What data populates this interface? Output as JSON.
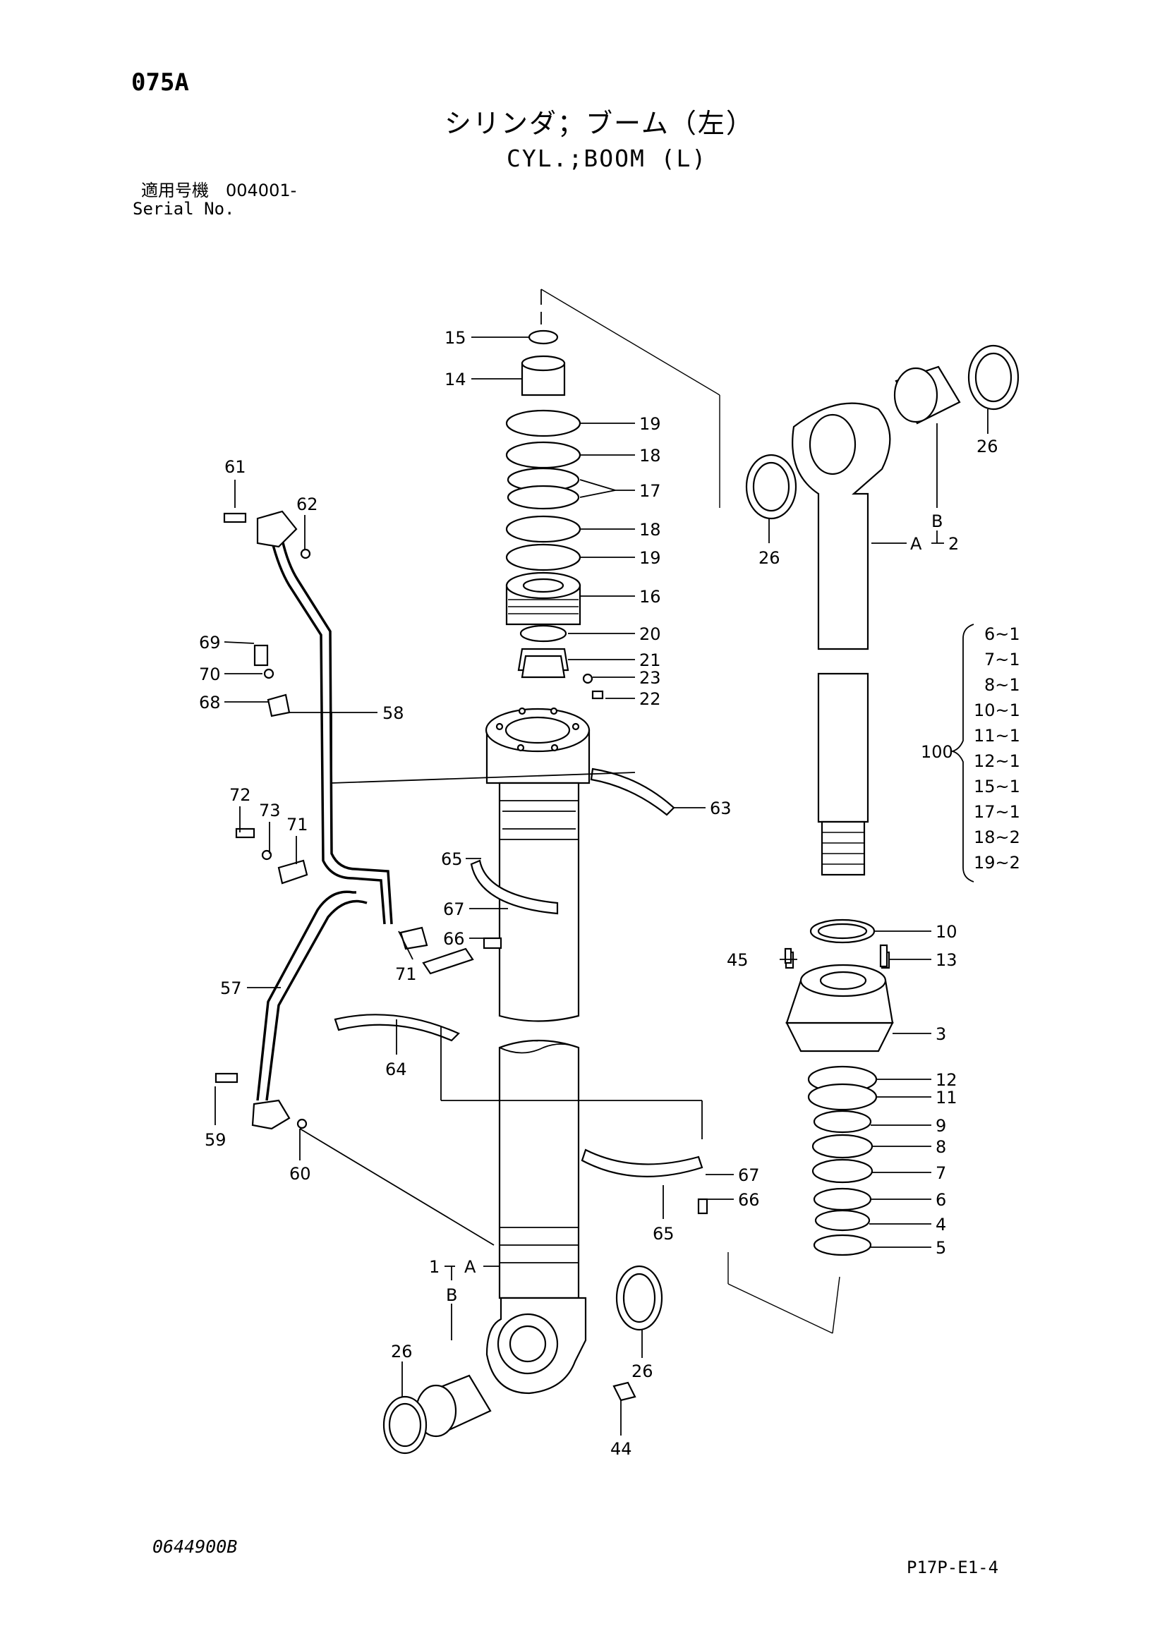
{
  "header": {
    "page_code": "075A",
    "title_jp": "シリンダ；ブーム（左）",
    "title_en": "CYL.;BOOM (L)",
    "serial_label_jp": "適用号機　004001-",
    "serial_label_en": "Serial No."
  },
  "footer": {
    "drawing_number": "0644900B",
    "sheet_ref": "P17P-E1-4"
  },
  "callouts": [
    {
      "id": "c15",
      "label": "15"
    },
    {
      "id": "c14",
      "label": "14"
    },
    {
      "id": "c19a",
      "label": "19"
    },
    {
      "id": "c18a",
      "label": "18"
    },
    {
      "id": "c17",
      "label": "17"
    },
    {
      "id": "c18b",
      "label": "18"
    },
    {
      "id": "c19b",
      "label": "19"
    },
    {
      "id": "c16",
      "label": "16"
    },
    {
      "id": "c20",
      "label": "20"
    },
    {
      "id": "c21",
      "label": "21"
    },
    {
      "id": "c23",
      "label": "23"
    },
    {
      "id": "c22",
      "label": "22"
    },
    {
      "id": "c61",
      "label": "61"
    },
    {
      "id": "c62",
      "label": "62"
    },
    {
      "id": "c69",
      "label": "69"
    },
    {
      "id": "c70",
      "label": "70"
    },
    {
      "id": "c68",
      "label": "68"
    },
    {
      "id": "c58",
      "label": "58"
    },
    {
      "id": "c72",
      "label": "72"
    },
    {
      "id": "c73",
      "label": "73"
    },
    {
      "id": "c71a",
      "label": "71"
    },
    {
      "id": "c63",
      "label": "63"
    },
    {
      "id": "c65a",
      "label": "65"
    },
    {
      "id": "c67a",
      "label": "67"
    },
    {
      "id": "c66a",
      "label": "66"
    },
    {
      "id": "c71b",
      "label": "71"
    },
    {
      "id": "c57",
      "label": "57"
    },
    {
      "id": "c64",
      "label": "64"
    },
    {
      "id": "c59",
      "label": "59"
    },
    {
      "id": "c60",
      "label": "60"
    },
    {
      "id": "c67b",
      "label": "67"
    },
    {
      "id": "c66b",
      "label": "66"
    },
    {
      "id": "c65b",
      "label": "65"
    },
    {
      "id": "c1",
      "label": "1"
    },
    {
      "id": "cA1",
      "label": "A"
    },
    {
      "id": "cB1",
      "label": "B"
    },
    {
      "id": "c26a",
      "label": "26"
    },
    {
      "id": "c26b",
      "label": "26"
    },
    {
      "id": "c44",
      "label": "44"
    },
    {
      "id": "c26c",
      "label": "26"
    },
    {
      "id": "c26d",
      "label": "26"
    },
    {
      "id": "cB2",
      "label": "B"
    },
    {
      "id": "cA2",
      "label": "A"
    },
    {
      "id": "c2",
      "label": "2"
    },
    {
      "id": "c10",
      "label": "10"
    },
    {
      "id": "c45",
      "label": "45"
    },
    {
      "id": "c13",
      "label": "13"
    },
    {
      "id": "c3",
      "label": "3"
    },
    {
      "id": "c12",
      "label": "12"
    },
    {
      "id": "c11",
      "label": "11"
    },
    {
      "id": "c9",
      "label": "9"
    },
    {
      "id": "c8",
      "label": "8"
    },
    {
      "id": "c7",
      "label": "7"
    },
    {
      "id": "c6",
      "label": "6"
    },
    {
      "id": "c4",
      "label": "4"
    },
    {
      "id": "c5",
      "label": "5"
    },
    {
      "id": "c100",
      "label": "100"
    }
  ],
  "kit_100": {
    "label": "100",
    "items": [
      "6~1",
      "7~1",
      "8~1",
      "10~1",
      "11~1",
      "12~1",
      "15~1",
      "17~1",
      "18~2",
      "19~2"
    ]
  }
}
